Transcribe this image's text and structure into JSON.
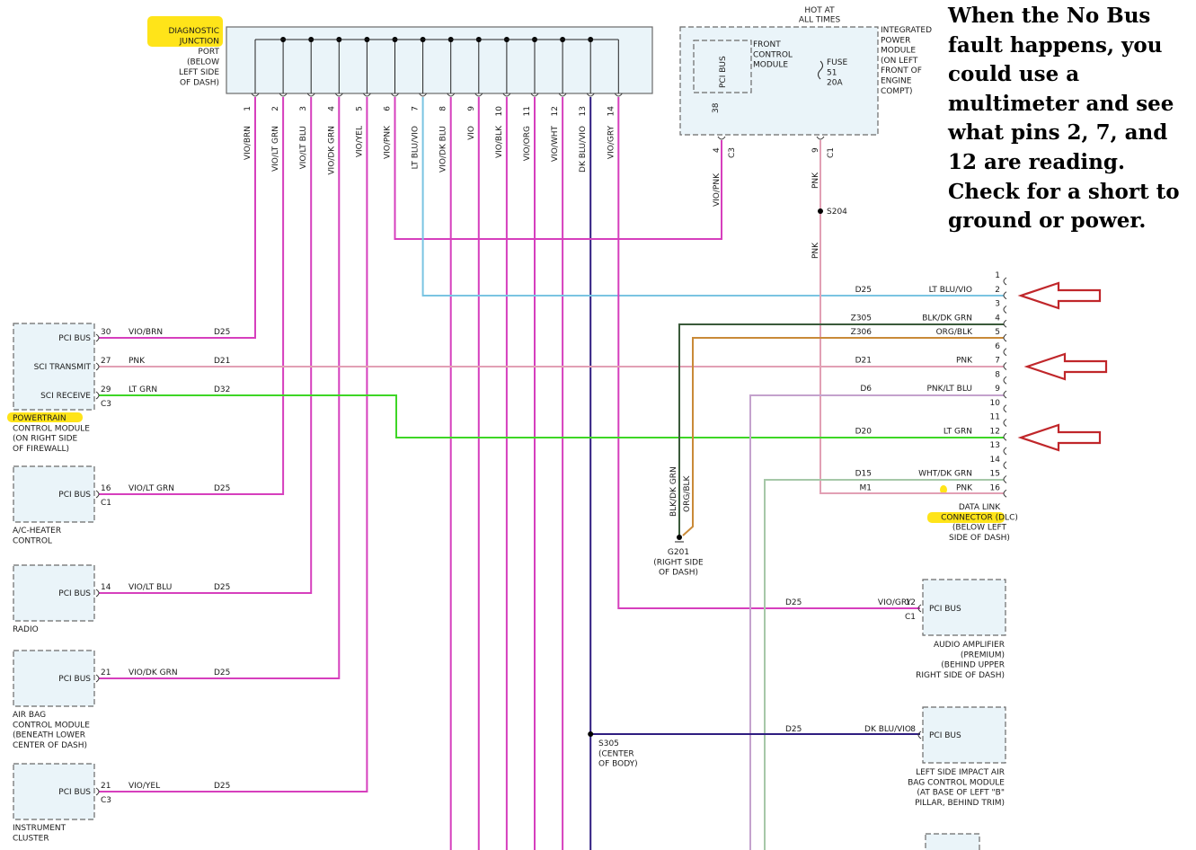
{
  "note": "When the No Bus fault happens, you could use a multimeter and see what pins 2, 7, and 12 are reading. Check for a short to ground or power.",
  "colors": {
    "vio": "#d63fbd",
    "pnk": "#e2a0b4",
    "ltgrn": "#3ed626",
    "ltblu": "#7ac4e2",
    "dkblu": "#2f1d80",
    "blk": "#3a5a3a",
    "org": "#c98a38",
    "box": "#eaf4f9",
    "highlight": "#ffe100",
    "arrow": "#c0262a"
  },
  "djp": {
    "label": [
      "DIAGNOSTIC",
      "JUNCTION",
      "PORT",
      "(BELOW",
      "LEFT SIDE",
      "OF DASH)"
    ],
    "pins": [
      {
        "num": "1",
        "wire": "VIO/BRN"
      },
      {
        "num": "2",
        "wire": "VIO/LT GRN"
      },
      {
        "num": "3",
        "wire": "VIO/LT BLU"
      },
      {
        "num": "4",
        "wire": "VIO/DK GRN"
      },
      {
        "num": "5",
        "wire": "VIO/YEL"
      },
      {
        "num": "6",
        "wire": "VIO/PNK"
      },
      {
        "num": "7",
        "wire": "LT BLU/VIO"
      },
      {
        "num": "8",
        "wire": "VIO/DK BLU"
      },
      {
        "num": "9",
        "wire": "VIO"
      },
      {
        "num": "10",
        "wire": "VIO/BLK"
      },
      {
        "num": "11",
        "wire": "VIO/ORG"
      },
      {
        "num": "12",
        "wire": "VIO/WHT"
      },
      {
        "num": "13",
        "wire": "DK BLU/VIO"
      },
      {
        "num": "14",
        "wire": "VIO/GRY"
      }
    ]
  },
  "ipm": {
    "hot": [
      "HOT AT",
      "ALL TIMES"
    ],
    "label": [
      "INTEGRATED",
      "POWER",
      "MODULE",
      "(ON LEFT",
      "FRONT OF",
      "ENGINE",
      "COMPT)"
    ],
    "fcm": [
      "FRONT",
      "CONTROL",
      "MODULE"
    ],
    "pci": "PCI BUS",
    "fuse": [
      "FUSE",
      "51",
      "20A"
    ],
    "pin38": "38",
    "pin4": "4",
    "c3": "C3",
    "pin9": "9",
    "c1": "C1",
    "wire_vio_pnk": "VIO/PNK",
    "wire_pnk1": "PNK",
    "splice": "S204",
    "wire_pnk2": "PNK"
  },
  "modules": [
    {
      "rows": [
        {
          "label": "PCI BUS",
          "pin": "30",
          "wire": "VIO/BRN",
          "circuit": "D25"
        },
        {
          "label": "SCI TRANSMIT",
          "pin": "27",
          "wire": "PNK",
          "circuit": "D21"
        },
        {
          "label": "SCI RECEIVE",
          "pin": "29",
          "wire": "LT GRN",
          "circuit": "D32"
        }
      ],
      "conn": "C3",
      "name": [
        "POWERTRAIN",
        "CONTROL MODULE",
        "(ON RIGHT SIDE",
        "OF FIREWALL)"
      ]
    },
    {
      "rows": [
        {
          "label": "PCI BUS",
          "pin": "16",
          "wire": "VIO/LT GRN",
          "circuit": "D25"
        }
      ],
      "conn": "C1",
      "name": [
        "A/C-HEATER",
        "CONTROL"
      ]
    },
    {
      "rows": [
        {
          "label": "PCI BUS",
          "pin": "14",
          "wire": "VIO/LT BLU",
          "circuit": "D25"
        }
      ],
      "conn": "",
      "name": [
        "RADIO"
      ]
    },
    {
      "rows": [
        {
          "label": "PCI BUS",
          "pin": "21",
          "wire": "VIO/DK GRN",
          "circuit": "D25"
        }
      ],
      "conn": "",
      "name": [
        "AIR BAG",
        "CONTROL MODULE",
        "(BENEATH LOWER",
        "CENTER OF DASH)"
      ]
    },
    {
      "rows": [
        {
          "label": "PCI BUS",
          "pin": "21",
          "wire": "VIO/YEL",
          "circuit": "D25"
        }
      ],
      "conn": "C3",
      "name": [
        "INSTRUMENT",
        "CLUSTER"
      ]
    }
  ],
  "dlc": {
    "pins": [
      {
        "num": "1",
        "circuit": "",
        "wire": ""
      },
      {
        "num": "2",
        "circuit": "D25",
        "wire": "LT BLU/VIO"
      },
      {
        "num": "3",
        "circuit": "",
        "wire": ""
      },
      {
        "num": "4",
        "circuit": "Z305",
        "wire": "BLK/DK GRN"
      },
      {
        "num": "5",
        "circuit": "Z306",
        "wire": "ORG/BLK"
      },
      {
        "num": "6",
        "circuit": "",
        "wire": ""
      },
      {
        "num": "7",
        "circuit": "D21",
        "wire": "PNK"
      },
      {
        "num": "8",
        "circuit": "",
        "wire": ""
      },
      {
        "num": "9",
        "circuit": "D6",
        "wire": "PNK/LT BLU"
      },
      {
        "num": "10",
        "circuit": "",
        "wire": ""
      },
      {
        "num": "11",
        "circuit": "",
        "wire": ""
      },
      {
        "num": "12",
        "circuit": "D20",
        "wire": "LT GRN"
      },
      {
        "num": "13",
        "circuit": "",
        "wire": ""
      },
      {
        "num": "14",
        "circuit": "",
        "wire": ""
      },
      {
        "num": "15",
        "circuit": "D15",
        "wire": "WHT/DK GRN"
      },
      {
        "num": "16",
        "circuit": "M1",
        "wire": "PNK"
      }
    ],
    "label": [
      "DATA LINK",
      "CONNECTOR (DLC)",
      "(BELOW LEFT",
      "SIDE OF DASH)"
    ]
  },
  "ground": {
    "wire1": "BLK/DK GRN",
    "wire2": "ORG/BLK",
    "label": [
      "G201",
      "(RIGHT SIDE",
      "OF DASH)"
    ]
  },
  "s305": [
    "S305",
    "(CENTER",
    "OF BODY)"
  ],
  "right_modules": [
    {
      "circuit": "D25",
      "wire": "VIO/GRY",
      "pin": "12",
      "conn": "C1",
      "label": "PCI BUS",
      "name": [
        "AUDIO AMPLIFIER",
        "(PREMIUM)",
        "(BEHIND UPPER",
        "RIGHT SIDE OF DASH)"
      ]
    },
    {
      "circuit": "D25",
      "wire": "DK BLU/VIO",
      "pin": "8",
      "conn": "",
      "label": "PCI BUS",
      "name": [
        "LEFT SIDE IMPACT AIR",
        "BAG CONTROL MODULE",
        "(AT BASE OF LEFT \"B\"",
        "PILLAR, BEHIND TRIM)"
      ]
    }
  ]
}
